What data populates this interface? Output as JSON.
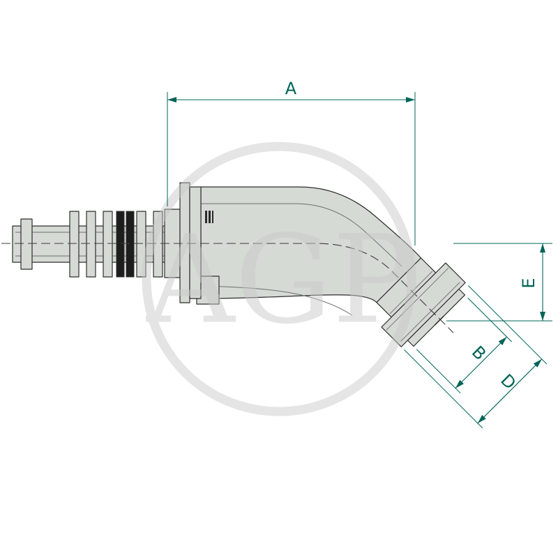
{
  "watermark": {
    "text": "AGP"
  },
  "dimensions": {
    "a": "A",
    "b": "B",
    "d": "D",
    "e": "E"
  },
  "colors": {
    "background": "#ffffff",
    "part_fill": "#d6dad5",
    "part_outline": "#2e2e2e",
    "ridge_dark": "#1d1d1d",
    "inner_line": "#6b6f6b",
    "centerline": "#3c3c3c",
    "dimension": "#006457",
    "watermark": "#c8c8c8"
  }
}
